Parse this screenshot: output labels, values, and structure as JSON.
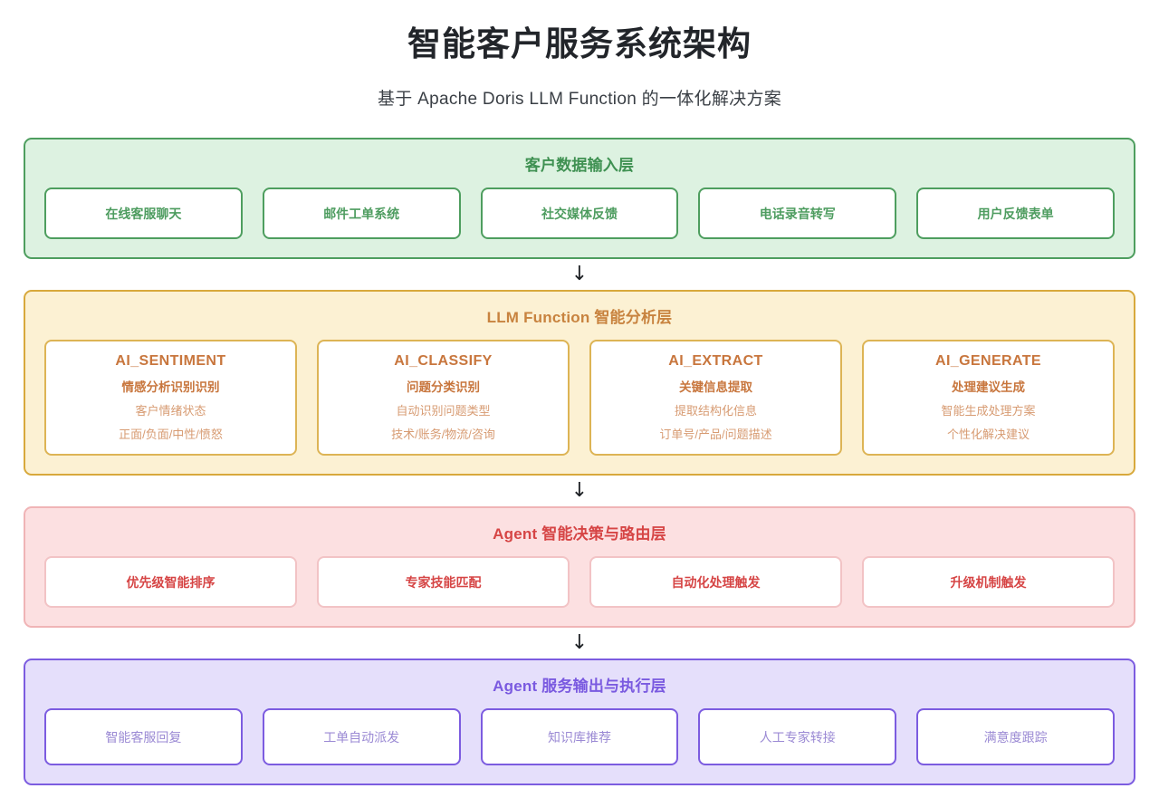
{
  "header": {
    "title": "智能客户服务系统架构",
    "subtitle": "基于 Apache Doris LLM Function 的一体化解决方案"
  },
  "connector": {
    "glyph": "↓",
    "name": "down-arrow"
  },
  "layers": [
    {
      "id": "input",
      "title": "客户数据输入层",
      "accent": "#4e9e5f",
      "background": "#ddf2e1",
      "text_color": "#4d9c5f",
      "cards": [
        {
          "label": "在线客服聊天"
        },
        {
          "label": "邮件工单系统"
        },
        {
          "label": "社交媒体反馈"
        },
        {
          "label": "电话录音转写"
        },
        {
          "label": "用户反馈表单"
        }
      ]
    },
    {
      "id": "llm-function",
      "title": "LLM Function 智能分析层",
      "accent": "#d8a93c",
      "background": "#fcf1d3",
      "text_color": "#c8763d",
      "cards": [
        {
          "name": "AI_SENTIMENT",
          "sub": "情感分析识别识别",
          "detail1": "客户情绪状态",
          "detail2": "正面/负面/中性/愤怒"
        },
        {
          "name": "AI_CLASSIFY",
          "sub": "问题分类识别",
          "detail1": "自动识别问题类型",
          "detail2": "技术/账务/物流/咨询"
        },
        {
          "name": "AI_EXTRACT",
          "sub": "关键信息提取",
          "detail1": "提取结构化信息",
          "detail2": "订单号/产品/问题描述"
        },
        {
          "name": "AI_GENERATE",
          "sub": "处理建议生成",
          "detail1": "智能生成处理方案",
          "detail2": "个性化解决建议"
        }
      ]
    },
    {
      "id": "agent-decision",
      "title": "Agent 智能决策与路由层",
      "accent": "#f0b4b6",
      "background": "#fce0e1",
      "text_color": "#d64545",
      "cards": [
        {
          "label": "优先级智能排序"
        },
        {
          "label": "专家技能匹配"
        },
        {
          "label": "自动化处理触发"
        },
        {
          "label": "升级机制触发"
        }
      ]
    },
    {
      "id": "agent-output",
      "title": "Agent 服务输出与执行层",
      "accent": "#7c5ce0",
      "background": "#e5dffb",
      "text_color": "#9b8ad4",
      "cards": [
        {
          "label": "智能客服回复"
        },
        {
          "label": "工单自动派发"
        },
        {
          "label": "知识库推荐"
        },
        {
          "label": "人工专家转接"
        },
        {
          "label": "满意度跟踪"
        }
      ]
    }
  ]
}
